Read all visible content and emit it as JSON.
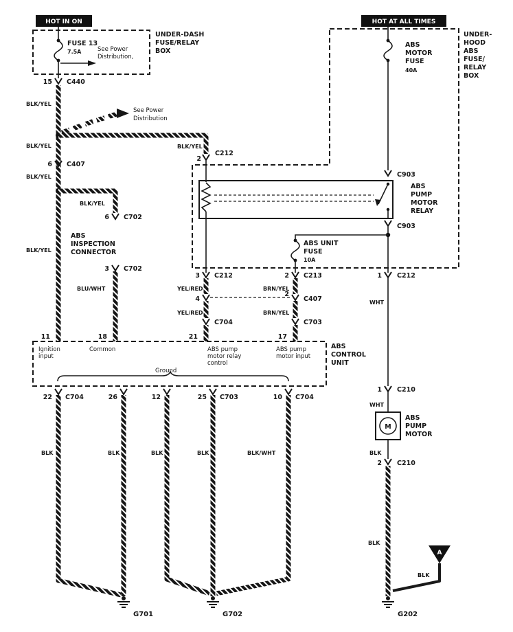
{
  "banners": {
    "hot_in_on": "HOT IN ON",
    "hot_at_all_times": "HOT AT ALL TIMES"
  },
  "underdash": {
    "fuse_name": "FUSE 13",
    "fuse_rating": "7.5A",
    "note_line1": "See Power",
    "note_line2": "Distribution,",
    "box_line1": "UNDER-DASH",
    "box_line2": "FUSE/RELAY",
    "box_line3": "BOX"
  },
  "power_arrow": {
    "line1": "See Power",
    "line2": "Distribution"
  },
  "underhood": {
    "fuse_line1": "ABS",
    "fuse_line2": "MOTOR",
    "fuse_line3": "FUSE",
    "fuse_rating": "40A",
    "box_line1": "UNDER-",
    "box_line2": "HOOD",
    "box_line3": "ABS",
    "box_line4": "FUSE/",
    "box_line5": "RELAY",
    "box_line6": "BOX"
  },
  "relay": {
    "conn_top": "C903",
    "conn_bottom": "C903",
    "line1": "ABS",
    "line2": "PUMP",
    "line3": "MOTOR",
    "line4": "RELAY"
  },
  "abs_unit_fuse": {
    "line1": "ABS UNIT",
    "line2": "FUSE",
    "rating": "10A"
  },
  "inspection": {
    "line1": "ABS",
    "line2": "INSPECTION",
    "line3": "CONNECTOR"
  },
  "connectors": {
    "c440": {
      "pin": "15",
      "name": "C440"
    },
    "c407_a": {
      "pin": "6",
      "name": "C407"
    },
    "c702_a": {
      "pin": "6",
      "name": "C702"
    },
    "c702_b": {
      "pin": "3",
      "name": "C702"
    },
    "c212_a": {
      "pin": "2",
      "name": "C212"
    },
    "c212_b": {
      "pin": "3",
      "name": "C212"
    },
    "c213": {
      "pin": "2",
      "name": "C213"
    },
    "c212_c": {
      "pin": "1",
      "name": "C212"
    },
    "c407_b": {
      "pin_left": "4",
      "pin_right": "2",
      "name": "C407"
    },
    "c704_a": {
      "name": "C704"
    },
    "c703_a": {
      "name": "C703"
    },
    "c210_a": {
      "pin": "1",
      "name": "C210"
    },
    "c210_b": {
      "pin": "2",
      "name": "C210"
    }
  },
  "wire_colors": {
    "blk_yel": "BLK/YEL",
    "blu_wht": "BLU/WHT",
    "yel_red": "YEL/RED",
    "brn_yel": "BRN/YEL",
    "wht": "WHT",
    "blk": "BLK",
    "blk_wht": "BLK/WHT"
  },
  "control_unit": {
    "pin11": "11",
    "pin18": "18",
    "pin21": "21",
    "pin17": "17",
    "pin22": "22",
    "pin26": "26",
    "pin12": "12",
    "pin25": "25",
    "pin10": "10",
    "conn22": "C704",
    "conn25": "C703",
    "conn10": "C704",
    "ignition_line1": "Ignition",
    "ignition_line2": "input",
    "common": "Common",
    "relay_line1": "ABS pump",
    "relay_line2": "motor relay",
    "relay_line3": "control",
    "motor_line1": "ABS pump",
    "motor_line2": "motor input",
    "ground": "Ground",
    "name_line1": "ABS",
    "name_line2": "CONTROL",
    "name_line3": "UNIT"
  },
  "pump_motor": {
    "line1": "ABS",
    "line2": "PUMP",
    "line3": "MOTOR",
    "symbol": "M"
  },
  "grounds": {
    "g701": "G701",
    "g702": "G702",
    "g202": "G202"
  },
  "marker_a": "A"
}
